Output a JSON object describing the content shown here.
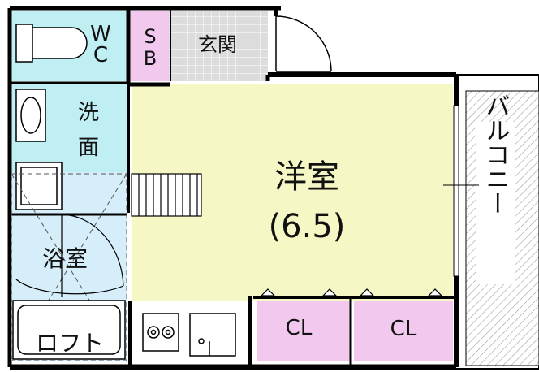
{
  "rooms": {
    "wc": {
      "label_line1": "W",
      "label_line2": "C"
    },
    "sb": {
      "label_line1": "S",
      "label_line2": "B"
    },
    "entrance": {
      "label": "玄関"
    },
    "washroom": {
      "label_line1": "洗",
      "label_line2": "面"
    },
    "western_room": {
      "label_line1": "洋室",
      "label_line2": "(6.5)"
    },
    "bath": {
      "label": "浴室"
    },
    "loft": {
      "label": "ロフト"
    },
    "closet_left": {
      "label": "CL"
    },
    "closet_right": {
      "label": "CL"
    },
    "balcony": {
      "label": "バルコニー"
    }
  },
  "colors": {
    "wet_area": "#bfeff2",
    "bath": "#d6eef9",
    "room": "#f5f8c4",
    "closet": "#f2c8ef",
    "entrance": "#dcdcdc",
    "balcony_hatch": "#a0a0a0",
    "wall": "#000000"
  }
}
